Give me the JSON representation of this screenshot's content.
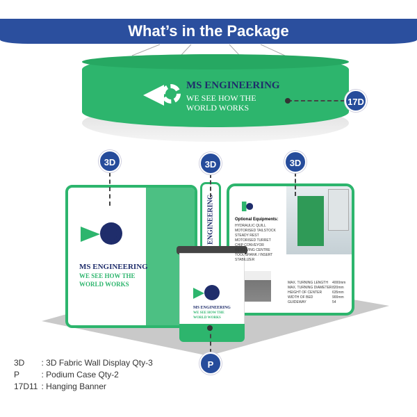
{
  "header": {
    "title": "What’s in the Package"
  },
  "banner": {
    "company": "MS ENGINEERING",
    "slogan_line1": "WE SEE HOW THE",
    "slogan_line2": "WORLD WORKS"
  },
  "badges": {
    "banner": "17D",
    "wall_left": "3D",
    "wall_middle": "3D",
    "wall_right": "3D",
    "podium": "P"
  },
  "left_wall": {
    "company": "MS ENGINEERING",
    "slogan_line1": "WE SEE HOW THE",
    "slogan_line2": "WORLD WORKS"
  },
  "pillar": {
    "text": "MS ENGINEERING"
  },
  "right_wall": {
    "optional_title": "Optional Equipments:",
    "optional_items": [
      "HYDRAULIC QUILL",
      "MOTORISED TAILSTOCK",
      "STEADY REST",
      "MOTORISED TURRET",
      "CHIP CONVEYOR",
      "REVOLVING CENTRE",
      "TOOL SHANK / INSERT",
      "STABILIZER"
    ],
    "specs": [
      {
        "label": "MAX. TURNING LENGTH",
        "value": "4000mm"
      },
      {
        "label": "MAX. TURNING DIAMETER",
        "value": "820mm"
      },
      {
        "label": "HEIGHT OF CENTER",
        "value": "635mm"
      },
      {
        "label": "WIDTH OF BED",
        "value": "900mm"
      },
      {
        "label": "GUIDEWAY",
        "value": "54"
      }
    ]
  },
  "podium": {
    "company": "MS ENGINEERING",
    "slogan_line1": "WE SEE HOW THE",
    "slogan_line2": "WORLD WORKS"
  },
  "legend": [
    {
      "code": "3D",
      "desc": ": 3D Fabric Wall Display Qty-3"
    },
    {
      "code": "P",
      "desc": ": Podium Case Qty-2"
    },
    {
      "code": "17D11",
      "desc": ": Hanging Banner"
    }
  ],
  "colors": {
    "header": "#2b4f9e",
    "green": "#2db56d",
    "navy": "#1f2d6b"
  }
}
